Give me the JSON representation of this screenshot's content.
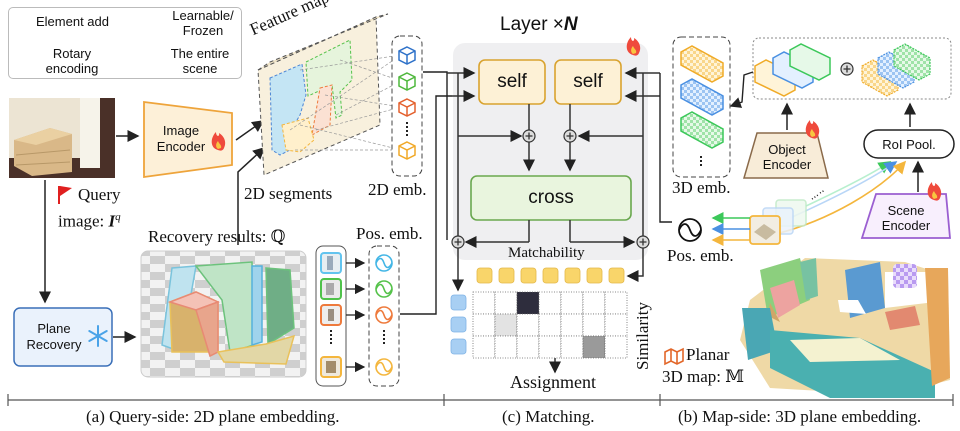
{
  "legend": {
    "element_add": "Element add",
    "learnable_frozen_line1": "Learnable/",
    "learnable_frozen_line2": "Frozen",
    "rotary_line1": "Rotary",
    "rotary_line2": "encoding",
    "scene_line1": "The entire",
    "scene_line2": "scene"
  },
  "query_side": {
    "query_label_line1": "Query",
    "query_label_line2": "image: ",
    "query_symbol": "I",
    "query_superscript": "q",
    "image_encoder_line1": "Image",
    "image_encoder_line2": "Encoder",
    "feature_map": "Feature map",
    "segments_label": "2D segments",
    "emb_2d": "2D emb.",
    "recovery_results": "Recovery results: ℚ",
    "pos_emb": "Pos. emb.",
    "plane_recovery_line1": "Plane",
    "plane_recovery_line2": "Recovery"
  },
  "matching": {
    "layer_title": "Layer ×",
    "layer_n": "N",
    "self_left": "self",
    "self_right": "self",
    "cross": "cross",
    "matchability": "Matchability",
    "similarity": "Similarity",
    "assignment": "Assignment",
    "matrix_rows": 3,
    "matrix_cols": 7,
    "matrix_cells": [
      {
        "row": 0,
        "col": 2,
        "shade": "#2e2d3d"
      },
      {
        "row": 1,
        "col": 1,
        "shade": "#e3e3e3"
      },
      {
        "row": 2,
        "col": 5,
        "shade": "#9a9a9a"
      }
    ]
  },
  "map_side": {
    "emb_3d": "3D emb.",
    "object_encoder_line1": "Object",
    "object_encoder_line2": "Encoder",
    "roi_pool": "RoI Pool.",
    "scene_encoder_line1": "Scene",
    "scene_encoder_line2": "Encoder",
    "pos_emb": "Pos. emb.",
    "planar_map_line1": "Planar",
    "planar_map_line2": "3D map: 𝕄"
  },
  "captions": {
    "query_side": "(a) Query-side: 2D plane embedding.",
    "matching": "(c) Matching.",
    "map_side": "(b) Map-side: 3D plane embedding."
  },
  "colors": {
    "blue": "#3a7bd5",
    "green": "#55c24a",
    "orange": "#ee7a3c",
    "yellow": "#f4b63d",
    "purple": "#9b5fd1",
    "cyan": "#43b6e6"
  }
}
